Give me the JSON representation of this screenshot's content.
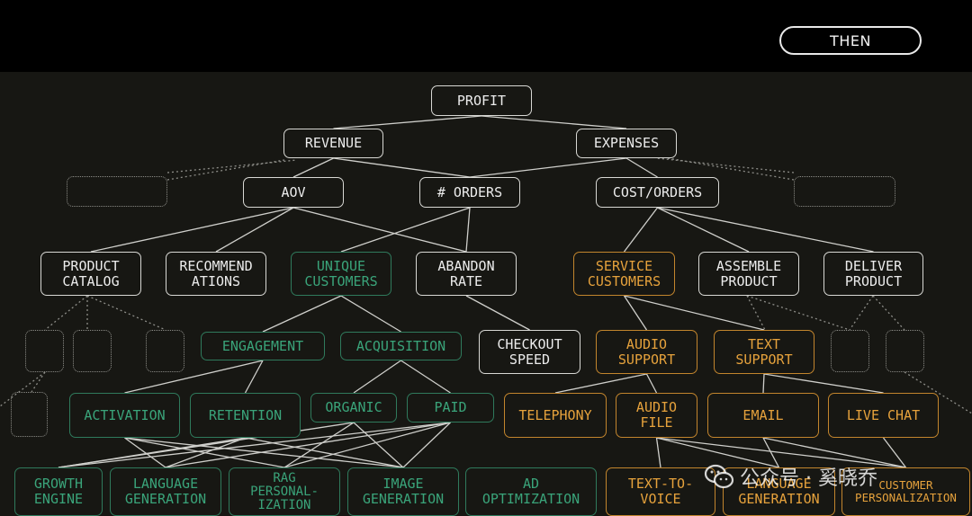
{
  "header": {
    "button_label": "THEN"
  },
  "watermark": {
    "text": "公众号 · 奚晓乔"
  },
  "colors": {
    "default": "#d8d8d4",
    "green": "#3aa47a",
    "orange": "#e6a23c"
  },
  "nodes": [
    {
      "id": "profit",
      "label": "PROFIT",
      "style": "default"
    },
    {
      "id": "revenue",
      "label": "REVENUE",
      "style": "default"
    },
    {
      "id": "expenses",
      "label": "EXPENSES",
      "style": "default"
    },
    {
      "id": "aov",
      "label": "AOV",
      "style": "default"
    },
    {
      "id": "orders",
      "label": "# ORDERS",
      "style": "default"
    },
    {
      "id": "cost_orders",
      "label": "COST/ORDERS",
      "style": "default"
    },
    {
      "id": "product_catalog",
      "label": "PRODUCT\nCATALOG",
      "style": "default"
    },
    {
      "id": "recommendations",
      "label": "RECOMMEND\nATIONS",
      "style": "default"
    },
    {
      "id": "unique_customers",
      "label": "UNIQUE\nCUSTOMERS",
      "style": "green"
    },
    {
      "id": "abandon_rate",
      "label": "ABANDON\nRATE",
      "style": "default"
    },
    {
      "id": "service_customers",
      "label": "SERVICE\nCUSTOMERS",
      "style": "orange"
    },
    {
      "id": "assemble_product",
      "label": "ASSEMBLE\nPRODUCT",
      "style": "default"
    },
    {
      "id": "deliver_product",
      "label": "DELIVER\nPRODUCT",
      "style": "default"
    },
    {
      "id": "engagement",
      "label": "ENGAGEMENT",
      "style": "green"
    },
    {
      "id": "acquisition",
      "label": "ACQUISITION",
      "style": "green"
    },
    {
      "id": "checkout_speed",
      "label": "CHECKOUT\nSPEED",
      "style": "default"
    },
    {
      "id": "audio_support",
      "label": "AUDIO\nSUPPORT",
      "style": "orange"
    },
    {
      "id": "text_support",
      "label": "TEXT\nSUPPORT",
      "style": "orange"
    },
    {
      "id": "activation",
      "label": "ACTIVATION",
      "style": "green"
    },
    {
      "id": "retention",
      "label": "RETENTION",
      "style": "green"
    },
    {
      "id": "organic",
      "label": "ORGANIC",
      "style": "green"
    },
    {
      "id": "paid",
      "label": "PAID",
      "style": "green"
    },
    {
      "id": "telephony",
      "label": "TELEPHONY",
      "style": "orange"
    },
    {
      "id": "audio_file",
      "label": "AUDIO\nFILE",
      "style": "orange"
    },
    {
      "id": "email",
      "label": "EMAIL",
      "style": "orange"
    },
    {
      "id": "live_chat",
      "label": "LIVE CHAT",
      "style": "orange"
    },
    {
      "id": "growth_engine",
      "label": "GROWTH\nENGINE",
      "style": "green"
    },
    {
      "id": "language_generation_g",
      "label": "LANGUAGE\nGENERATION",
      "style": "green"
    },
    {
      "id": "rag_personalization",
      "label": "RAG\nPERSONAL-\nIZATION",
      "style": "green"
    },
    {
      "id": "image_generation",
      "label": "IMAGE\nGENERATION",
      "style": "green"
    },
    {
      "id": "ad_optimization",
      "label": "AD\nOPTIMIZATION",
      "style": "green"
    },
    {
      "id": "text_to_voice",
      "label": "TEXT-TO-\nVOICE",
      "style": "orange"
    },
    {
      "id": "language_generation_o",
      "label": "LANGUAGE\nGENERATION",
      "style": "orange"
    },
    {
      "id": "customer_personalization",
      "label": "CUSTOMER\nPERSONALIZATION",
      "style": "orange"
    }
  ],
  "edges": [
    [
      "profit",
      "revenue"
    ],
    [
      "profit",
      "expenses"
    ],
    [
      "revenue",
      "aov"
    ],
    [
      "revenue",
      "orders"
    ],
    [
      "expenses",
      "orders"
    ],
    [
      "expenses",
      "cost_orders"
    ],
    [
      "aov",
      "product_catalog"
    ],
    [
      "aov",
      "recommendations"
    ],
    [
      "aov",
      "abandon_rate"
    ],
    [
      "orders",
      "unique_customers"
    ],
    [
      "orders",
      "abandon_rate"
    ],
    [
      "cost_orders",
      "service_customers"
    ],
    [
      "cost_orders",
      "assemble_product"
    ],
    [
      "cost_orders",
      "deliver_product"
    ],
    [
      "unique_customers",
      "engagement"
    ],
    [
      "unique_customers",
      "acquisition"
    ],
    [
      "abandon_rate",
      "checkout_speed"
    ],
    [
      "service_customers",
      "audio_support"
    ],
    [
      "service_customers",
      "text_support"
    ],
    [
      "engagement",
      "activation"
    ],
    [
      "engagement",
      "retention"
    ],
    [
      "acquisition",
      "organic"
    ],
    [
      "acquisition",
      "paid"
    ],
    [
      "audio_support",
      "telephony"
    ],
    [
      "audio_support",
      "audio_file"
    ],
    [
      "text_support",
      "email"
    ],
    [
      "text_support",
      "live_chat"
    ],
    [
      "activation",
      "language_generation_g"
    ],
    [
      "activation",
      "image_generation"
    ],
    [
      "activation",
      "rag_personalization"
    ],
    [
      "retention",
      "growth_engine"
    ],
    [
      "retention",
      "image_generation"
    ],
    [
      "retention",
      "language_generation_g"
    ],
    [
      "organic",
      "growth_engine"
    ],
    [
      "organic",
      "image_generation"
    ],
    [
      "organic",
      "rag_personalization"
    ],
    [
      "paid",
      "growth_engine"
    ],
    [
      "paid",
      "language_generation_g"
    ],
    [
      "paid",
      "image_generation"
    ],
    [
      "paid",
      "rag_personalization"
    ],
    [
      "audio_file",
      "text_to_voice"
    ],
    [
      "audio_file",
      "language_generation_o"
    ],
    [
      "audio_file",
      "customer_personalization"
    ],
    [
      "email",
      "language_generation_o"
    ],
    [
      "email",
      "customer_personalization"
    ],
    [
      "live_chat",
      "customer_personalization"
    ]
  ]
}
